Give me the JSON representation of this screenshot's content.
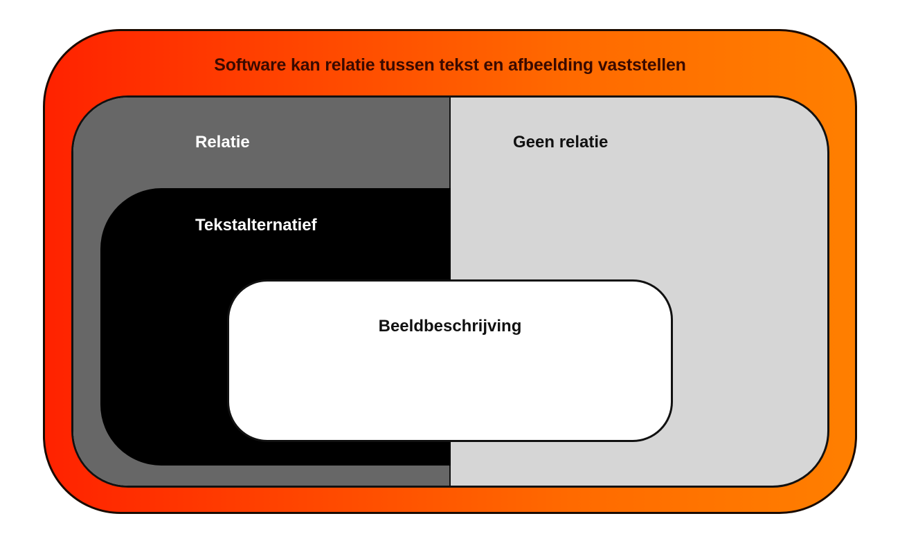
{
  "diagram": {
    "outer": {
      "label": "Software kan relatie tussen tekst en afbeelding vaststellen",
      "color_left": "#ff2200",
      "color_right": "#ff7f00"
    },
    "regions": {
      "relatie": {
        "label": "Relatie",
        "color": "#676767"
      },
      "geen_relatie": {
        "label": "Geen relatie",
        "color": "#d6d6d6"
      },
      "tekstalternatief": {
        "label": "Tekstalternatief",
        "color": "#000000"
      },
      "beeldbeschrijving": {
        "label": "Beeldbeschrijving",
        "color": "#ffffff"
      }
    }
  }
}
